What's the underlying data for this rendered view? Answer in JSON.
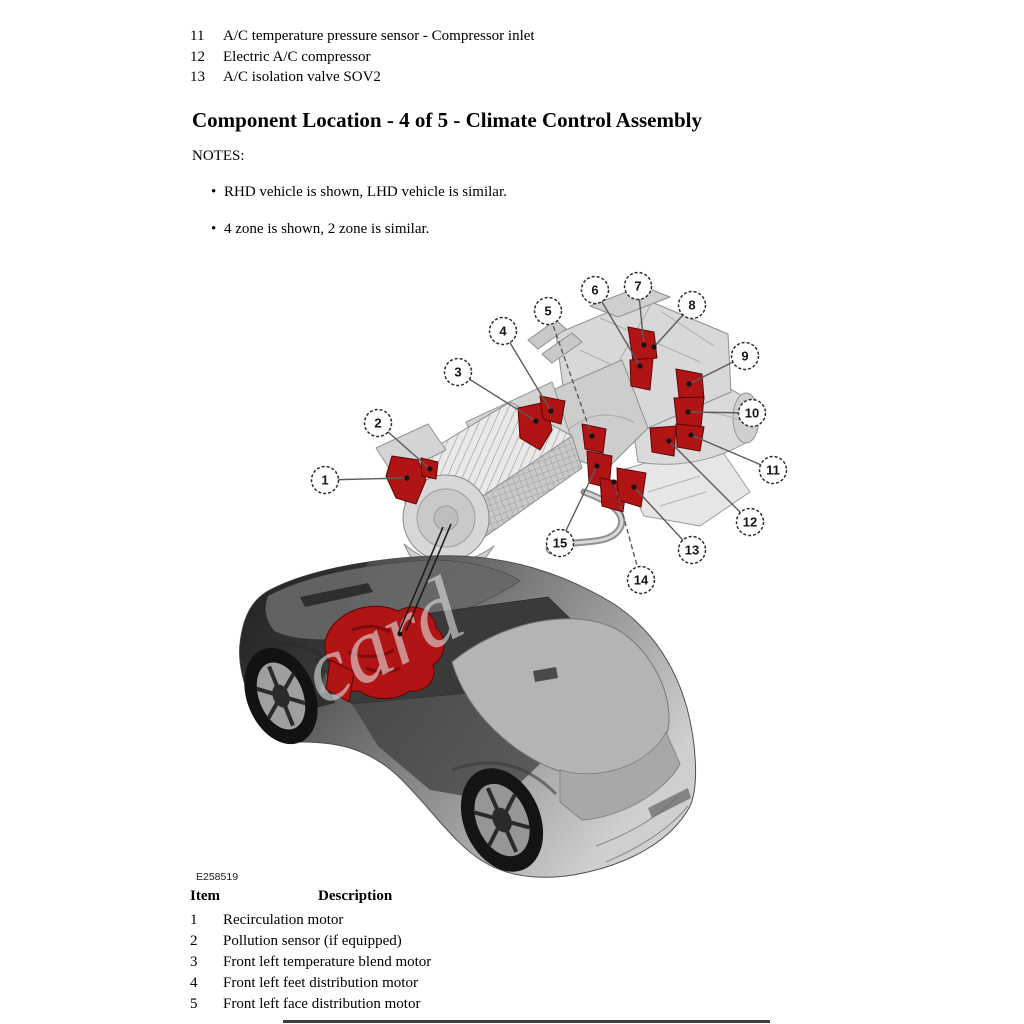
{
  "doc": {
    "bullet_char": "•",
    "top_items": [
      {
        "num": "11",
        "desc": "A/C temperature pressure sensor - Compressor inlet"
      },
      {
        "num": "12",
        "desc": "Electric A/C compressor"
      },
      {
        "num": "13",
        "desc": "A/C isolation valve SOV2"
      }
    ],
    "heading": "Component Location - 4 of 5 - Climate Control Assembly",
    "notes_label": "NOTES:",
    "notes": [
      "RHD vehicle is shown, LHD vehicle is similar.",
      "4 zone is shown, 2 zone is similar."
    ],
    "figure": {
      "code": "E258519",
      "watermark": "card",
      "callouts": [
        "1",
        "2",
        "3",
        "4",
        "5",
        "6",
        "7",
        "8",
        "9",
        "10",
        "11",
        "12",
        "13",
        "14",
        "15"
      ],
      "colors": {
        "component_red": "#b01414",
        "component_red_dark": "#5e0606",
        "leader_gray": "#5c5c5c",
        "callout_ink": "#151515"
      }
    },
    "table": {
      "item_header": "Item",
      "desc_header": "Description",
      "rows": [
        {
          "num": "1",
          "desc": "Recirculation motor"
        },
        {
          "num": "2",
          "desc": "Pollution sensor (if equipped)"
        },
        {
          "num": "3",
          "desc": "Front left temperature blend motor"
        },
        {
          "num": "4",
          "desc": "Front left feet distribution motor"
        },
        {
          "num": "5",
          "desc": "Front left face distribution motor"
        }
      ]
    }
  }
}
